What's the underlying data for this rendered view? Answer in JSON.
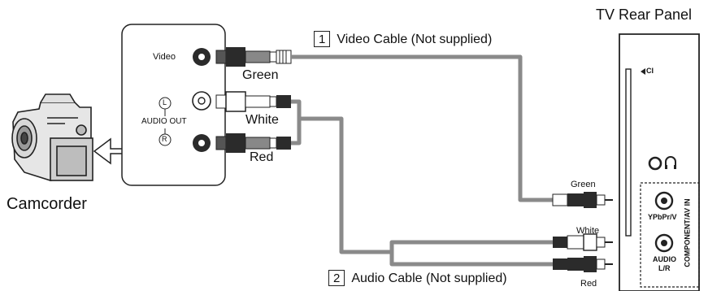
{
  "tv": {
    "title": "TV Rear Panel",
    "ci_label": "CI",
    "component_av_in": "COMPONENT/AV IN",
    "ypbpr_label": "YPbPr/V",
    "audio_label_1": "AUDIO",
    "audio_label_2": "L/R"
  },
  "camcorder": {
    "label": "Camcorder",
    "video_port": "Video",
    "audio_out": "AUDIO OUT",
    "left_mark": "L",
    "right_mark": "R"
  },
  "video_cable": {
    "number": "1",
    "name": "Video Cable (Not supplied)",
    "plug_color_cam": "Green",
    "plug_color_tv": "Green"
  },
  "audio_cable": {
    "number": "2",
    "name": "Audio Cable (Not supplied)",
    "plug_white_cam": "White",
    "plug_red_cam": "Red",
    "plug_white_tv": "White",
    "plug_red_tv": "Red"
  },
  "colors": {
    "cable": "#8a8a8a",
    "line": "#222222",
    "dark_plug": "#2b2b2b",
    "white_plug": "#ffffff"
  }
}
